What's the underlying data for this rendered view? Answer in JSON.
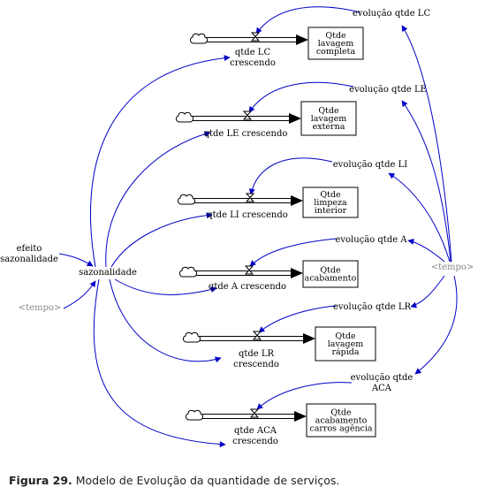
{
  "caption": {
    "label": "Figura 29.",
    "text": " Modelo de Evolução da quantidade de serviços."
  },
  "nodes": {
    "sazonalidade": "sazonalidade",
    "efeito_sazonalidade": [
      "efeito",
      "sazonalidade"
    ],
    "tempo_left": "<tempo>",
    "tempo_right": "<tempo>"
  },
  "rows": [
    {
      "id": "lc",
      "stock": [
        "Qtde",
        "lavagem",
        "completa"
      ],
      "rate": [
        "qtde LC",
        "crescendo"
      ],
      "evolution": [
        "evolução qtde LC"
      ]
    },
    {
      "id": "le",
      "stock": [
        "Qtde",
        "lavagem",
        "externa"
      ],
      "rate": [
        "qtde LE crescendo"
      ],
      "evolution": [
        "evolução qtde LE"
      ]
    },
    {
      "id": "li",
      "stock": [
        "Qtde",
        "limpeza",
        "interior"
      ],
      "rate": [
        "qtde LI crescendo"
      ],
      "evolution": [
        "evolução qtde LI"
      ]
    },
    {
      "id": "a",
      "stock": [
        "Qtde",
        "acabamento"
      ],
      "rate": [
        "qtde A crescendo"
      ],
      "evolution": [
        "evolução qtde A"
      ]
    },
    {
      "id": "lr",
      "stock": [
        "Qtde",
        "lavagem",
        "rápida"
      ],
      "rate": [
        "qtde LR",
        "crescendo"
      ],
      "evolution": [
        "evolução qtde LR"
      ]
    },
    {
      "id": "aca",
      "stock": [
        "Qtde",
        "acabamento",
        "carros agência"
      ],
      "rate": [
        "qtde ACA",
        "crescendo"
      ],
      "evolution": [
        "evolução qtde",
        "ACA"
      ]
    }
  ],
  "colors": {
    "link": "#0000c8",
    "flow": "#000000",
    "shadow_variable": "#888888"
  }
}
